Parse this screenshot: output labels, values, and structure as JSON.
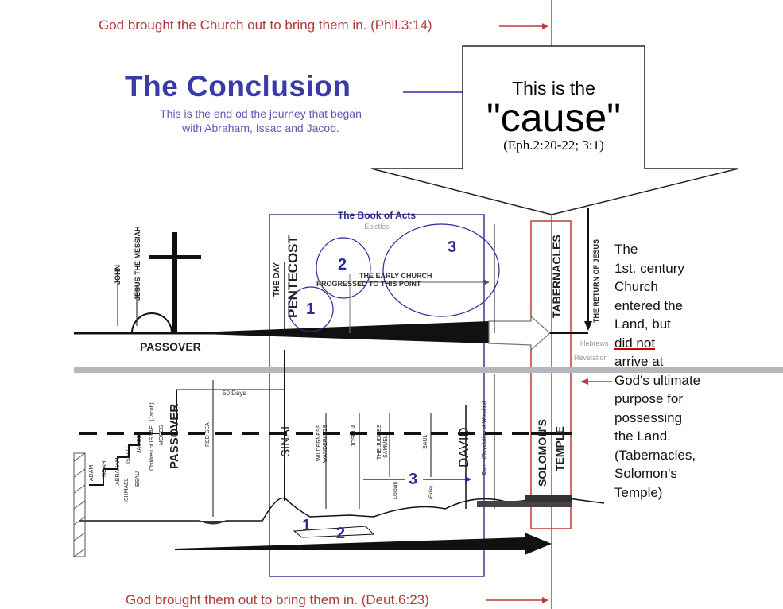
{
  "header_note": "God brought the Church out to bring them in. (Phil.3:14)",
  "footer_note": "God brought them out to bring them in. (Deut.6:23)",
  "title": "The Conclusion",
  "subtitle_line1": "This is the end od the journey that began",
  "subtitle_line2": "with Abraham, Issac and Jacob.",
  "cause": {
    "line1": "This is the",
    "line2": "\"cause\"",
    "ref": "(Eph.2:20-22; 3:1)"
  },
  "acts_box": {
    "title": "The Book of Acts",
    "sub": "Epistles"
  },
  "upper_labels": {
    "john": "JOHN",
    "jesus_messiah": "JESUS THE MESSIAH",
    "passover": "PASSOVER",
    "the_day": "THE DAY",
    "pentecost": "PENTECOST",
    "early_church_1": "THE EARLY CHURCH",
    "early_church_2": "PROGRESSED TO THIS POINT",
    "tabernacles": "TABERNACLES",
    "return_of_jesus": "THE RETURN OF JESUS",
    "hebrews": "Hebrews",
    "revelation": "Revelation"
  },
  "circle_numbers": [
    "1",
    "2",
    "3"
  ],
  "lower_numbers": [
    "1",
    "2",
    "3"
  ],
  "lower_labels": {
    "adam": "ADAM",
    "noah": "NOAH",
    "abraham": "ABRAHAM",
    "isaac": "ISAAC",
    "jacob": "JACOB",
    "ishmael": "ISHMAEL",
    "esau": "ESAU",
    "children_israel": "Children of ISRAEL (Jacob)",
    "moses": "MOSES",
    "passover": "PASSOVER",
    "fifty_days": "50 Days",
    "red_sea": "RED SEA",
    "sinai": "SINAI",
    "wilderness": "WILDERNESS",
    "wanderings": "WANDERINGS",
    "joshua": "JOSHUA",
    "judges": "THE JUDGES",
    "samuel": "SAMUEL",
    "saul": "SAUL",
    "david": "DAVID",
    "zion": "Zion—(Revelation of Worship)",
    "solomons": "SOLOMON'S",
    "temple": "TEMPLE",
    "exile": "(Exile)",
    "jordan": "(Jordan)"
  },
  "right_note": {
    "l1": "The",
    "l2": "1st. century",
    "l3": "Church",
    "l4": "entered the",
    "l5": "Land, but",
    "l6u": "did not",
    "l7": "arrive at",
    "l8": "God's ultimate",
    "l9": "purpose for",
    "l10": "possessing",
    "l11": "the Land.",
    "l12": "(Tabernacles,",
    "l13": "Solomon's",
    "l14": "Temple)"
  }
}
